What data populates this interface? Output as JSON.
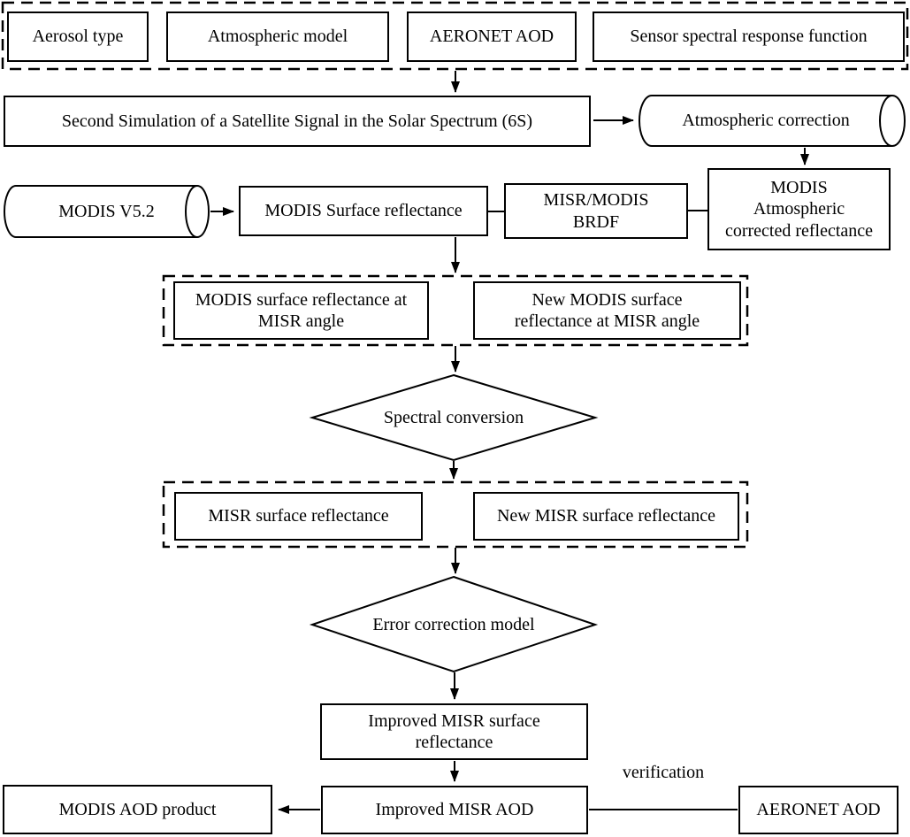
{
  "canvas": {
    "background": "#ffffff",
    "line_color": "#000000"
  },
  "input_group": {
    "aerosol_type": "Aerosol type",
    "atmospheric_model": "Atmospheric model",
    "aeronet_aod": "AERONET AOD",
    "sensor_srf": "Sensor spectral response function"
  },
  "simulation": {
    "sixs": "Second Simulation of a Satellite Signal in the Solar Spectrum (6S)",
    "atmospheric_correction": "Atmospheric correction"
  },
  "modis_row": {
    "modis_v52": "MODIS V5.2",
    "modis_surface_reflectance": "MODIS Surface reflectance",
    "misr_modis_brdf": "MISR/MODIS\nBRDF",
    "modis_atm_corrected": "MODIS\nAtmospheric\ncorrected reflectance"
  },
  "reflectance_group_modis": {
    "modis_sr_misr_angle": "MODIS surface reflectance at\nMISR angle",
    "new_modis_sr_misr_angle": "New MODIS surface\nreflectance at MISR angle"
  },
  "decisions": {
    "spectral_conversion": "Spectral conversion",
    "error_correction_model": "Error correction model"
  },
  "reflectance_group_misr": {
    "misr_sr": "MISR surface reflectance",
    "new_misr_sr": "New MISR surface reflectance"
  },
  "outputs": {
    "improved_misr_sr": "Improved MISR surface\nreflectance",
    "improved_misr_aod": "Improved MISR AOD",
    "modis_aod_product": "MODIS AOD product",
    "aeronet_aod": "AERONET AOD"
  },
  "edge_labels": {
    "verification": "verification"
  }
}
